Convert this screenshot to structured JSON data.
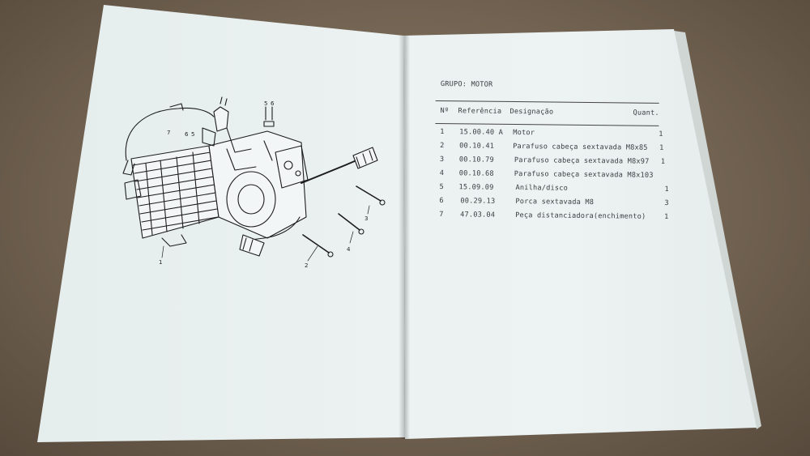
{
  "table": {
    "group_title": "GRUPO: MOTOR",
    "headers": {
      "num": "Nº",
      "ref": "Referência",
      "desc": "Designação",
      "qty": "Quant."
    },
    "rows": [
      {
        "num": "1",
        "ref": "15.00.40 A",
        "desc": "Motor",
        "qty": "1"
      },
      {
        "num": "2",
        "ref": "00.10.41",
        "desc": "Parafuso cabeça sextavada M8x85",
        "qty": "1"
      },
      {
        "num": "3",
        "ref": "00.10.79",
        "desc": "Parafuso cabeça sextavada M8x97",
        "qty": "1"
      },
      {
        "num": "4",
        "ref": "00.10.68",
        "desc": "Parafuso cabeça sextavada M8x103",
        "qty": ""
      },
      {
        "num": "5",
        "ref": "15.09.09",
        "desc": "Anilha/disco",
        "qty": "1"
      },
      {
        "num": "6",
        "ref": "00.29.13",
        "desc": "Porca sextavada M8",
        "qty": "3"
      },
      {
        "num": "7",
        "ref": "47.03.04",
        "desc": "Peça distanciadora(enchimento)",
        "qty": "1"
      }
    ]
  },
  "diagram": {
    "callouts": [
      "1",
      "2",
      "3",
      "4",
      "5",
      "6",
      "7",
      "5",
      "6"
    ]
  }
}
